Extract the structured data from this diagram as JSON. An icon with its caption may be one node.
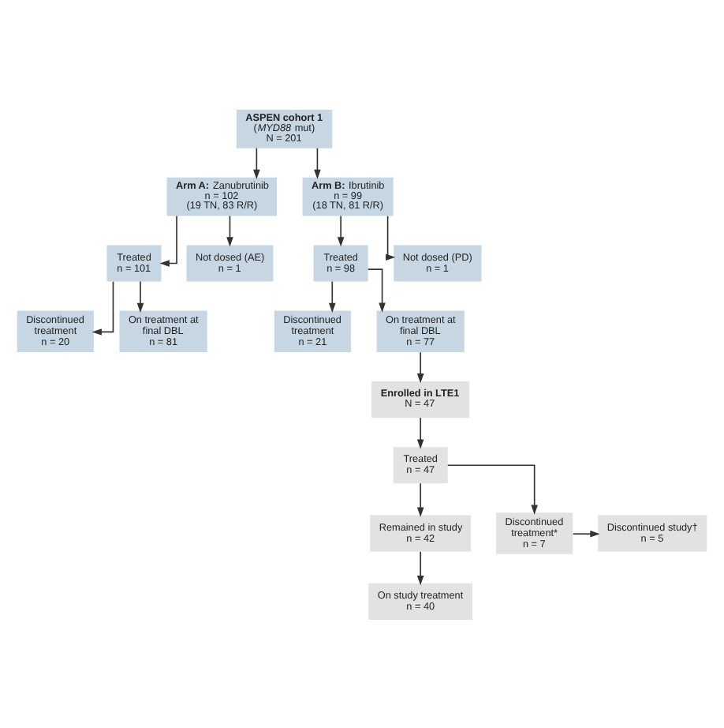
{
  "diagram": {
    "nodes": [
      {
        "text": [
          "ASPEN cohort 1",
          "(*MYD88* mut)",
          "N = 201"
        ]
      },
      {
        "text": [
          "**Arm A:** Zanubrutinib",
          "n = 102",
          "(19 TN, 83 R/R)"
        ]
      },
      {
        "text": [
          "**Arm B:** Ibrutinib",
          "n = 99",
          "(18 TN, 81 R/R)"
        ]
      },
      {
        "text": [
          "Treated",
          "n = 101"
        ]
      },
      {
        "text": [
          "Not dosed (AE)",
          "n = 1"
        ]
      },
      {
        "text": [
          "Treated",
          "n = 98"
        ]
      },
      {
        "text": [
          "Not dosed (PD)",
          "n = 1"
        ]
      },
      {
        "text": [
          "Discontinued treatment",
          "n = 20"
        ]
      },
      {
        "text": [
          "On treatment at final DBL",
          "n = 81"
        ]
      },
      {
        "text": [
          "Discontinued treatment",
          "n = 21"
        ]
      },
      {
        "text": [
          "On treatment at final DBL",
          "n = 77"
        ]
      },
      {
        "text": [
          "Enrolled in LTE1",
          "N = 47"
        ]
      },
      {
        "text": [
          "Treated",
          "n = 47"
        ]
      },
      {
        "text": [
          "Discontinued treatment*",
          "n = 7"
        ]
      },
      {
        "text": [
          "Discontinued study†",
          "n = 5"
        ]
      },
      {
        "text": [
          "Remained in study",
          "n = 42"
        ]
      },
      {
        "text": [
          "On study treatment",
          "n = 40"
        ]
      }
    ],
    "edges": [
      {
        "from": 0,
        "to": 1,
        "arrow": "to"
      },
      {
        "from": 0,
        "to": 2,
        "arrow": "to"
      },
      {
        "from": 1,
        "to": 3,
        "arrow": "to"
      },
      {
        "from": 1,
        "to": 4,
        "arrow": "to"
      },
      {
        "from": 2,
        "to": 5,
        "arrow": "to"
      },
      {
        "from": 2,
        "to": 6,
        "arrow": "to"
      },
      {
        "from": 3,
        "to": 7,
        "arrow": "to"
      },
      {
        "from": 3,
        "to": 8,
        "arrow": "to"
      },
      {
        "from": 5,
        "to": 9,
        "arrow": "to"
      },
      {
        "from": 5,
        "to": 10,
        "arrow": "to"
      },
      {
        "from": 10,
        "to": 11,
        "arrow": "to"
      },
      {
        "from": 11,
        "to": 12,
        "arrow": "to"
      },
      {
        "from": 12,
        "to": 15,
        "arrow": "to"
      },
      {
        "from": 12,
        "to": 13,
        "arrow": "to"
      },
      {
        "from": 13,
        "to": 14,
        "arrow": "to"
      },
      {
        "from": 15,
        "to": 16,
        "arrow": "to"
      }
    ]
  }
}
